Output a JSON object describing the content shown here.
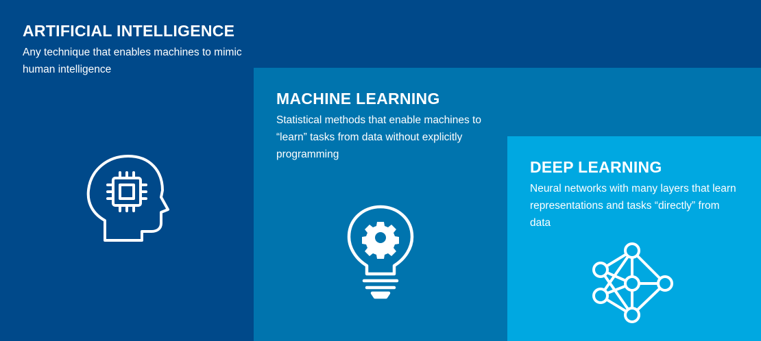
{
  "sections": {
    "ai": {
      "title": "ARTIFICIAL INTELLIGENCE",
      "description": "Any technique that enables machines to mimic human intelligence",
      "icon": "head-with-chip-icon",
      "color": "#00498a"
    },
    "ml": {
      "title": "MACHINE LEARNING",
      "description": "Statistical methods that enable machines to “learn” tasks from data without explicitly programming",
      "icon": "lightbulb-gear-icon",
      "color": "#0074ae"
    },
    "dl": {
      "title": "DEEP LEARNING",
      "description": "Neural networks with many layers that learn representations and tasks “directly” from data",
      "icon": "neural-network-icon",
      "color": "#00a8e1"
    }
  }
}
